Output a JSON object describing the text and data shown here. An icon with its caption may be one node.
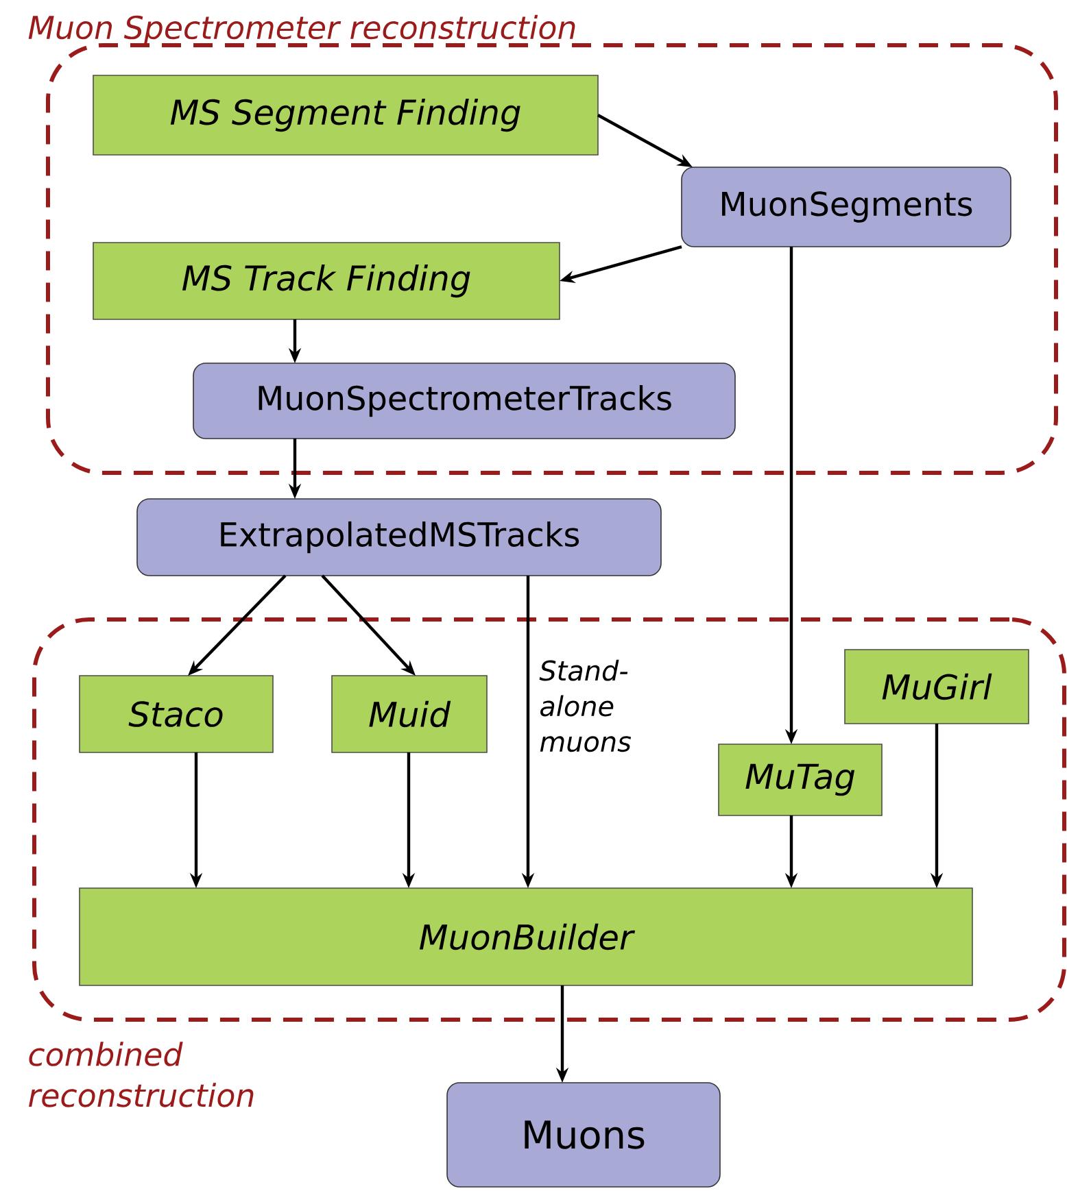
{
  "diagram": {
    "nodes": [
      {
        "text": [
          "Muon Spectrometer reconstruction"
        ]
      },
      {
        "text": [
          "MS Segment Finding"
        ],
        "in": 0
      },
      {
        "text": [
          "MuonSegments"
        ],
        "in": 0
      },
      {
        "text": [
          "MS Track Finding"
        ],
        "in": 0
      },
      {
        "text": [
          "MuonSpectrometerTracks"
        ],
        "in": 0
      },
      {
        "text": [
          "ExtrapolatedMSTracks"
        ]
      },
      {
        "text": [
          "combined reconstruction"
        ]
      },
      {
        "text": [
          "Staco"
        ],
        "in": 6
      },
      {
        "text": [
          "Muid"
        ],
        "in": 6
      },
      {
        "text": [
          "MuGirl"
        ],
        "in": 6
      },
      {
        "text": [
          "MuTag"
        ],
        "in": 6
      },
      {
        "text": [
          "MuonBuilder"
        ],
        "in": 6
      },
      {
        "text": [
          "Muons"
        ]
      }
    ],
    "edges": [
      {
        "from": 1,
        "to": 2,
        "arrow": "to"
      },
      {
        "from": 2,
        "to": 3,
        "arrow": "to"
      },
      {
        "from": 3,
        "to": 4,
        "arrow": "to"
      },
      {
        "from": 4,
        "to": 5,
        "arrow": "to"
      },
      {
        "from": 5,
        "to": 7,
        "arrow": "to"
      },
      {
        "from": 5,
        "to": 8,
        "arrow": "to"
      },
      {
        "from": 5,
        "to": 11,
        "arrow": "to",
        "label": "Stand- alone muons"
      },
      {
        "from": 2,
        "to": 10,
        "arrow": "to"
      },
      {
        "from": 7,
        "to": 11,
        "arrow": "to"
      },
      {
        "from": 8,
        "to": 11,
        "arrow": "to"
      },
      {
        "from": 10,
        "to": 11,
        "arrow": "to"
      },
      {
        "from": 9,
        "to": 11,
        "arrow": "to"
      },
      {
        "from": 11,
        "to": 12,
        "arrow": "to"
      }
    ]
  }
}
